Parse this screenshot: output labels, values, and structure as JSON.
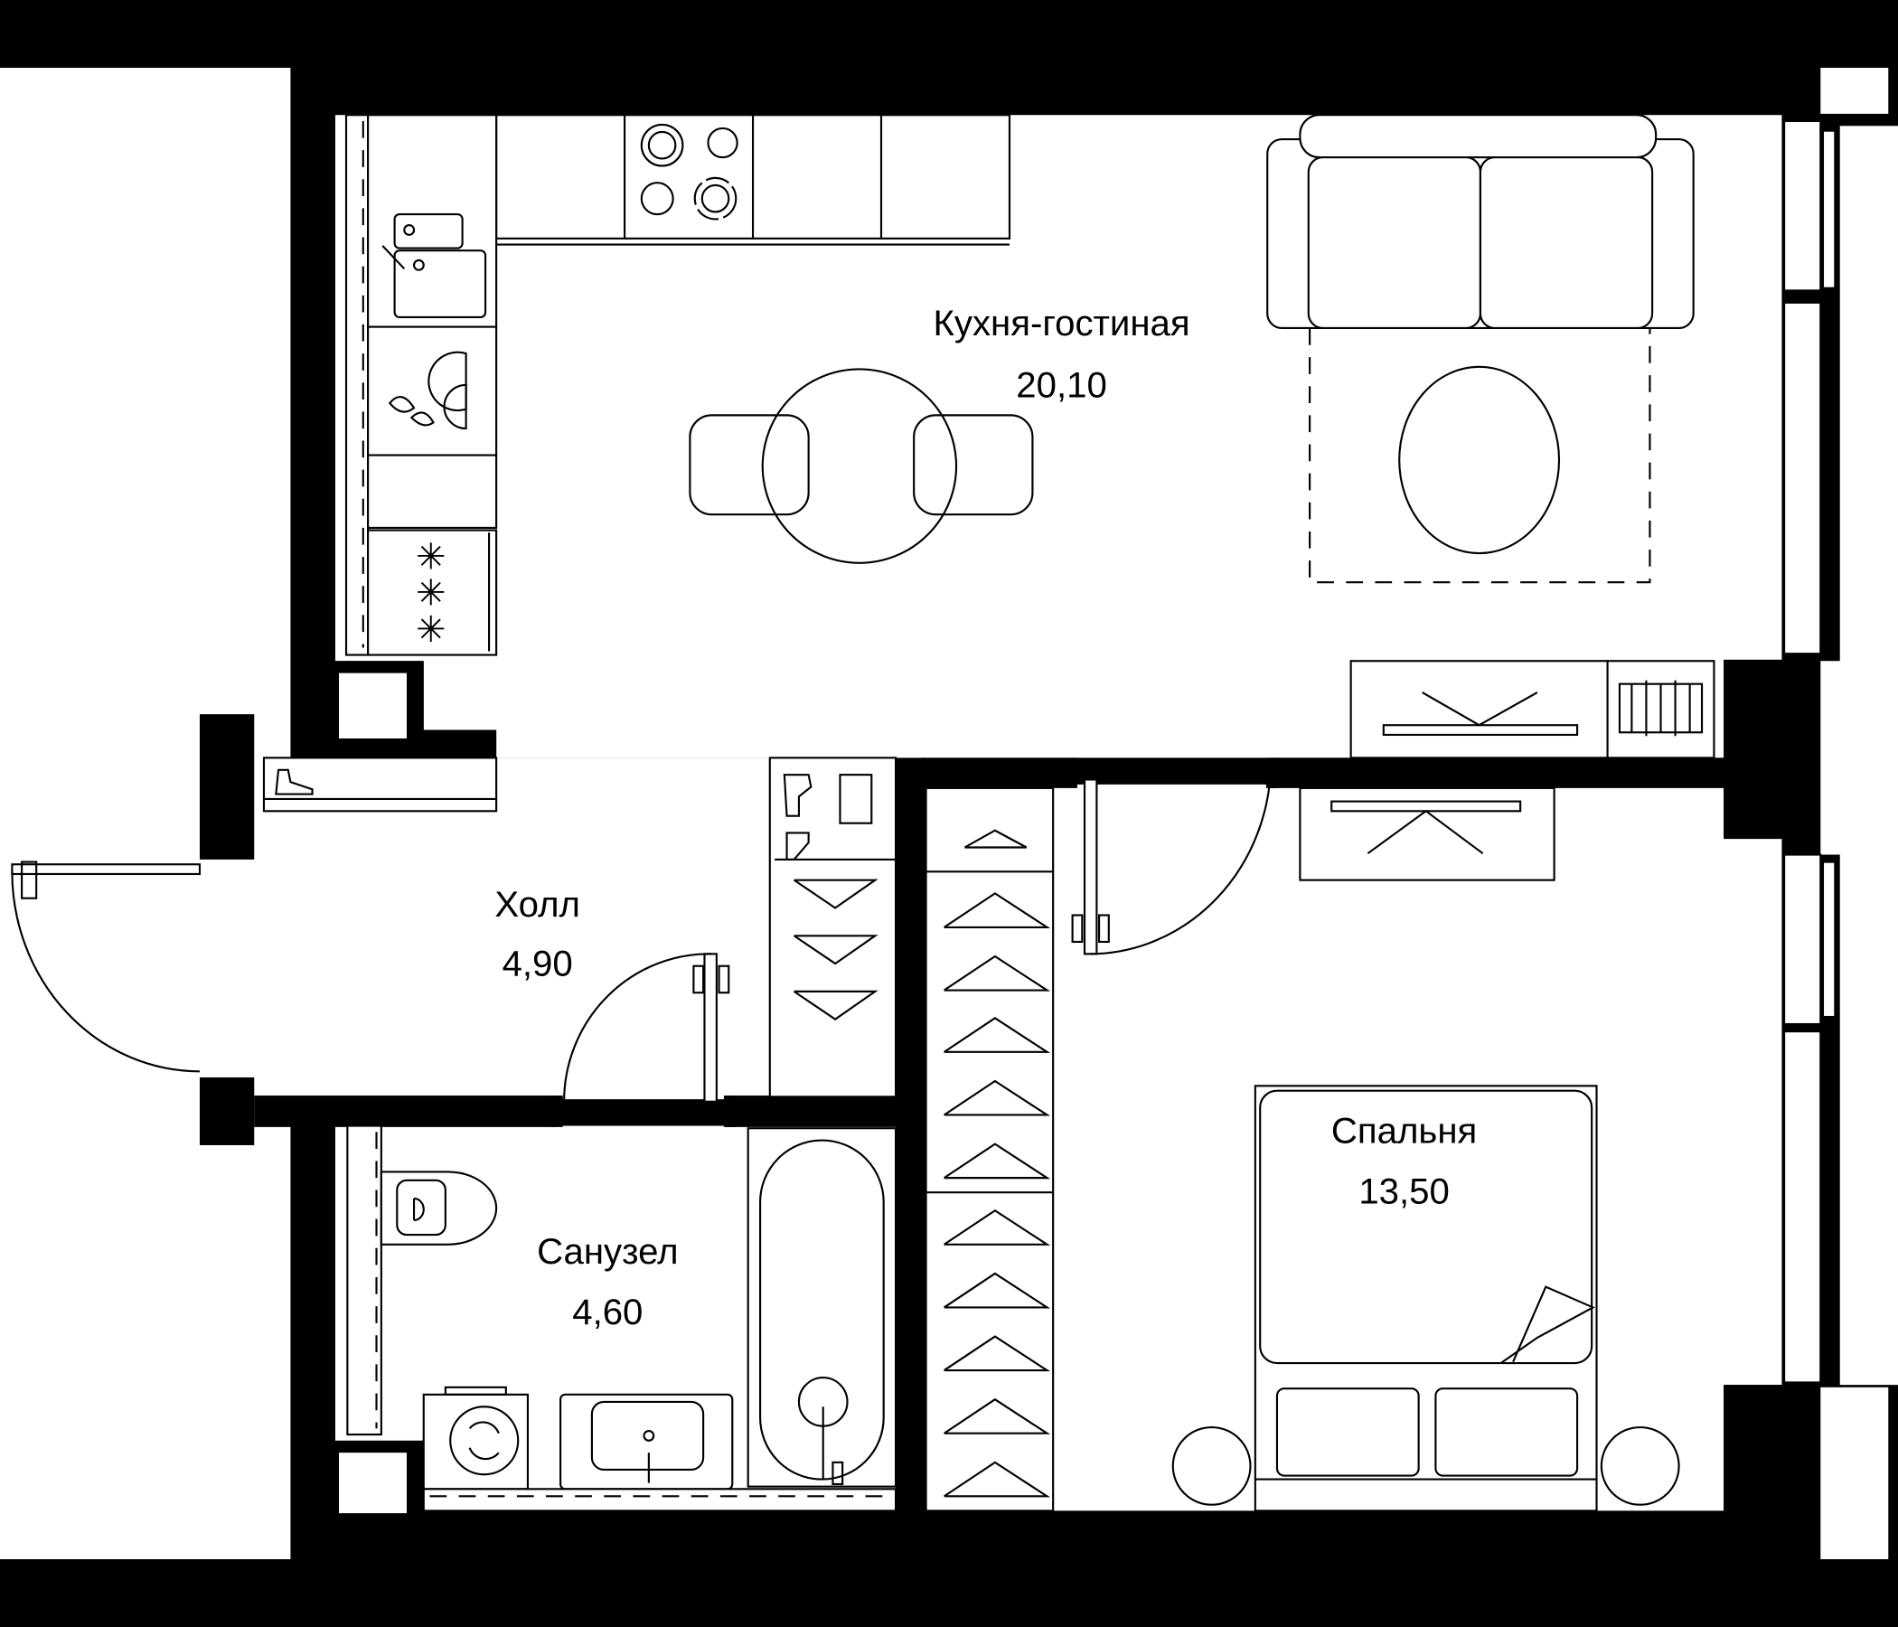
{
  "plan": {
    "colors": {
      "wall": "#000000",
      "floor": "#ffffff",
      "line": "#000000"
    },
    "rooms": [
      {
        "id": "living",
        "name": "Кухня-гостиная",
        "area": "20,10"
      },
      {
        "id": "hall",
        "name": "Холл",
        "area": "4,90"
      },
      {
        "id": "bathroom",
        "name": "Санузел",
        "area": "4,60"
      },
      {
        "id": "bedroom",
        "name": "Спальня",
        "area": "13,50"
      }
    ],
    "icons": [
      "stove-icon",
      "sink-icon",
      "dishwasher-icon",
      "oven-icon",
      "table-icon",
      "chair-icon",
      "sofa-icon",
      "rug-icon",
      "coffee-table-icon",
      "tv-stand-icon",
      "bookshelf-icon",
      "shoe-rack-icon",
      "hanger-icon",
      "toilet-icon",
      "washing-machine-icon",
      "washbasin-icon",
      "bathtub-icon",
      "bed-icon",
      "pillow-icon",
      "nightstand-icon",
      "door-icon",
      "window-icon"
    ]
  }
}
